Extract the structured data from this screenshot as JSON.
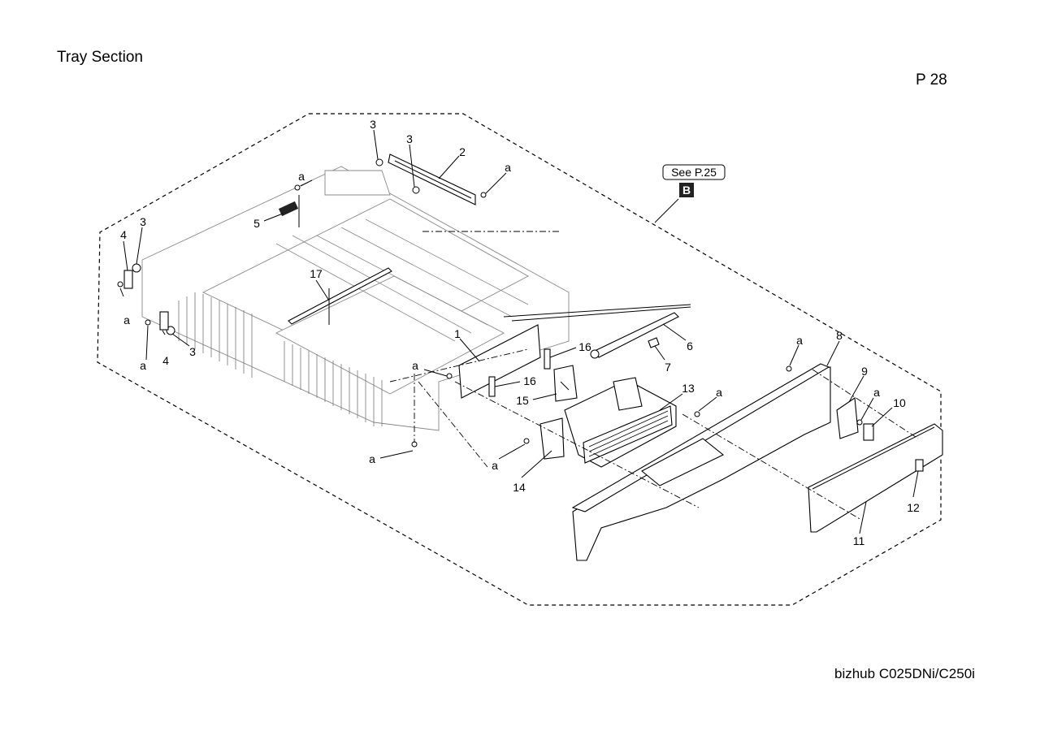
{
  "header": {
    "title": "Tray Section",
    "page": "P 28"
  },
  "footer": {
    "model": "bizhub C025DNi/C250i"
  },
  "reference": {
    "see": "See P.25",
    "badge": "B"
  },
  "callouts": [
    {
      "id": "c3a",
      "text": "3"
    },
    {
      "id": "c3b",
      "text": "3"
    },
    {
      "id": "c2",
      "text": "2"
    },
    {
      "id": "ca1",
      "text": "a"
    },
    {
      "id": "ca2",
      "text": "a"
    },
    {
      "id": "c5",
      "text": "5"
    },
    {
      "id": "c3c",
      "text": "3"
    },
    {
      "id": "c4a",
      "text": "4"
    },
    {
      "id": "ca3",
      "text": "a"
    },
    {
      "id": "c17",
      "text": "17"
    },
    {
      "id": "c4b",
      "text": "4"
    },
    {
      "id": "c3d",
      "text": "3"
    },
    {
      "id": "ca4",
      "text": "a"
    },
    {
      "id": "c1",
      "text": "1"
    },
    {
      "id": "c16a",
      "text": "16"
    },
    {
      "id": "c16b",
      "text": "16"
    },
    {
      "id": "ca5",
      "text": "a"
    },
    {
      "id": "c15",
      "text": "15"
    },
    {
      "id": "c6",
      "text": "6"
    },
    {
      "id": "c7",
      "text": "7"
    },
    {
      "id": "ca6",
      "text": "a"
    },
    {
      "id": "c8",
      "text": "8"
    },
    {
      "id": "c9",
      "text": "9"
    },
    {
      "id": "ca7",
      "text": "a"
    },
    {
      "id": "c10",
      "text": "10"
    },
    {
      "id": "c13",
      "text": "13"
    },
    {
      "id": "ca8",
      "text": "a"
    },
    {
      "id": "ca9",
      "text": "a"
    },
    {
      "id": "ca10",
      "text": "a"
    },
    {
      "id": "c14",
      "text": "14"
    },
    {
      "id": "c12",
      "text": "12"
    },
    {
      "id": "c11",
      "text": "11"
    }
  ]
}
